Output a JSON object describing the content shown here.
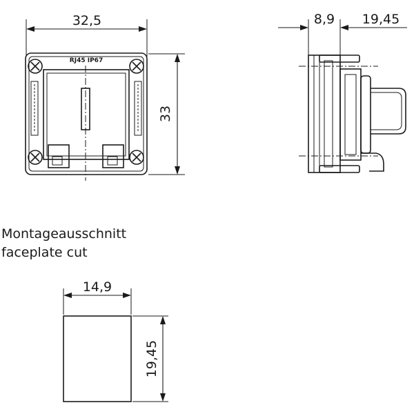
{
  "front_view": {
    "width_dim": "32,5",
    "height_dim": "33",
    "model_label": "RJ45 IP67"
  },
  "side_view": {
    "depth_dim_a": "8,9",
    "depth_dim_b": "19,45"
  },
  "cutout": {
    "title_de": "Montageausschnitt",
    "title_en": "faceplate cut",
    "width_dim": "14,9",
    "height_dim": "19,45"
  }
}
